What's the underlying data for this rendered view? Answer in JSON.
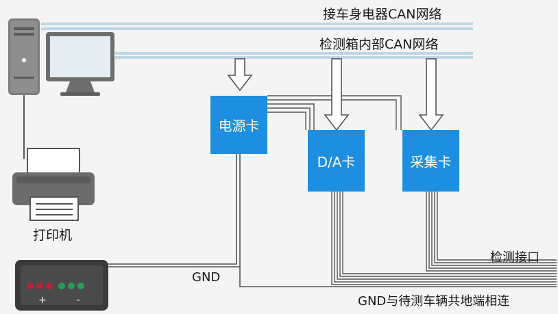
{
  "bus": {
    "top_label": "接车身电器CAN网络",
    "inner_label": "检测箱内部CAN网络"
  },
  "cards": {
    "power": "电源卡",
    "da": "D/A卡",
    "acq": "采集卡"
  },
  "printer_label": "打印机",
  "gnd_label": "GND",
  "interface_label": "检测接口",
  "bottom_label": "GND与待测车辆共地端相连",
  "power_box": {
    "plus": "+",
    "minus": "-"
  },
  "colors": {
    "bus_line": "#a9cfe3",
    "card_blue": "#1e8fe0",
    "led_red": "#b3263a",
    "led_green": "#2b9a55",
    "box_dark": "#3a3a3a"
  }
}
